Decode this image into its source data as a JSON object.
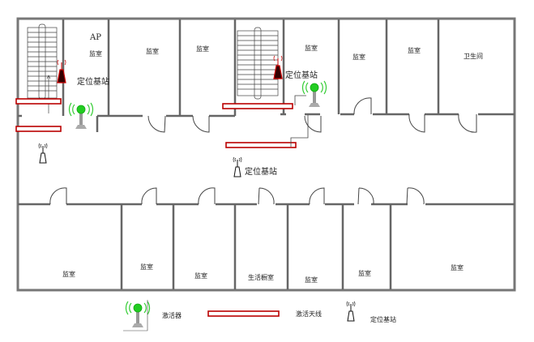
{
  "top_rooms": {
    "ap": "AP",
    "room1": "监室",
    "room2": "监室",
    "room3": "监室",
    "room4": "监室",
    "room5": "监室",
    "room6": "监室",
    "toilet": "卫生间",
    "base_station_1": "定位基站",
    "base_station_2": "定位基站"
  },
  "corridor": {
    "base_station": "定位基站"
  },
  "bottom_rooms": [
    "监室",
    "监室",
    "监室",
    "生活橱室",
    "监室",
    "监室",
    "监室"
  ],
  "legend": {
    "activator": "激活器",
    "antenna": "激活天线",
    "base_station": "定位基站"
  },
  "colors": {
    "antenna": "#b00000",
    "activator": "#22aa22",
    "wall": "#777777"
  }
}
